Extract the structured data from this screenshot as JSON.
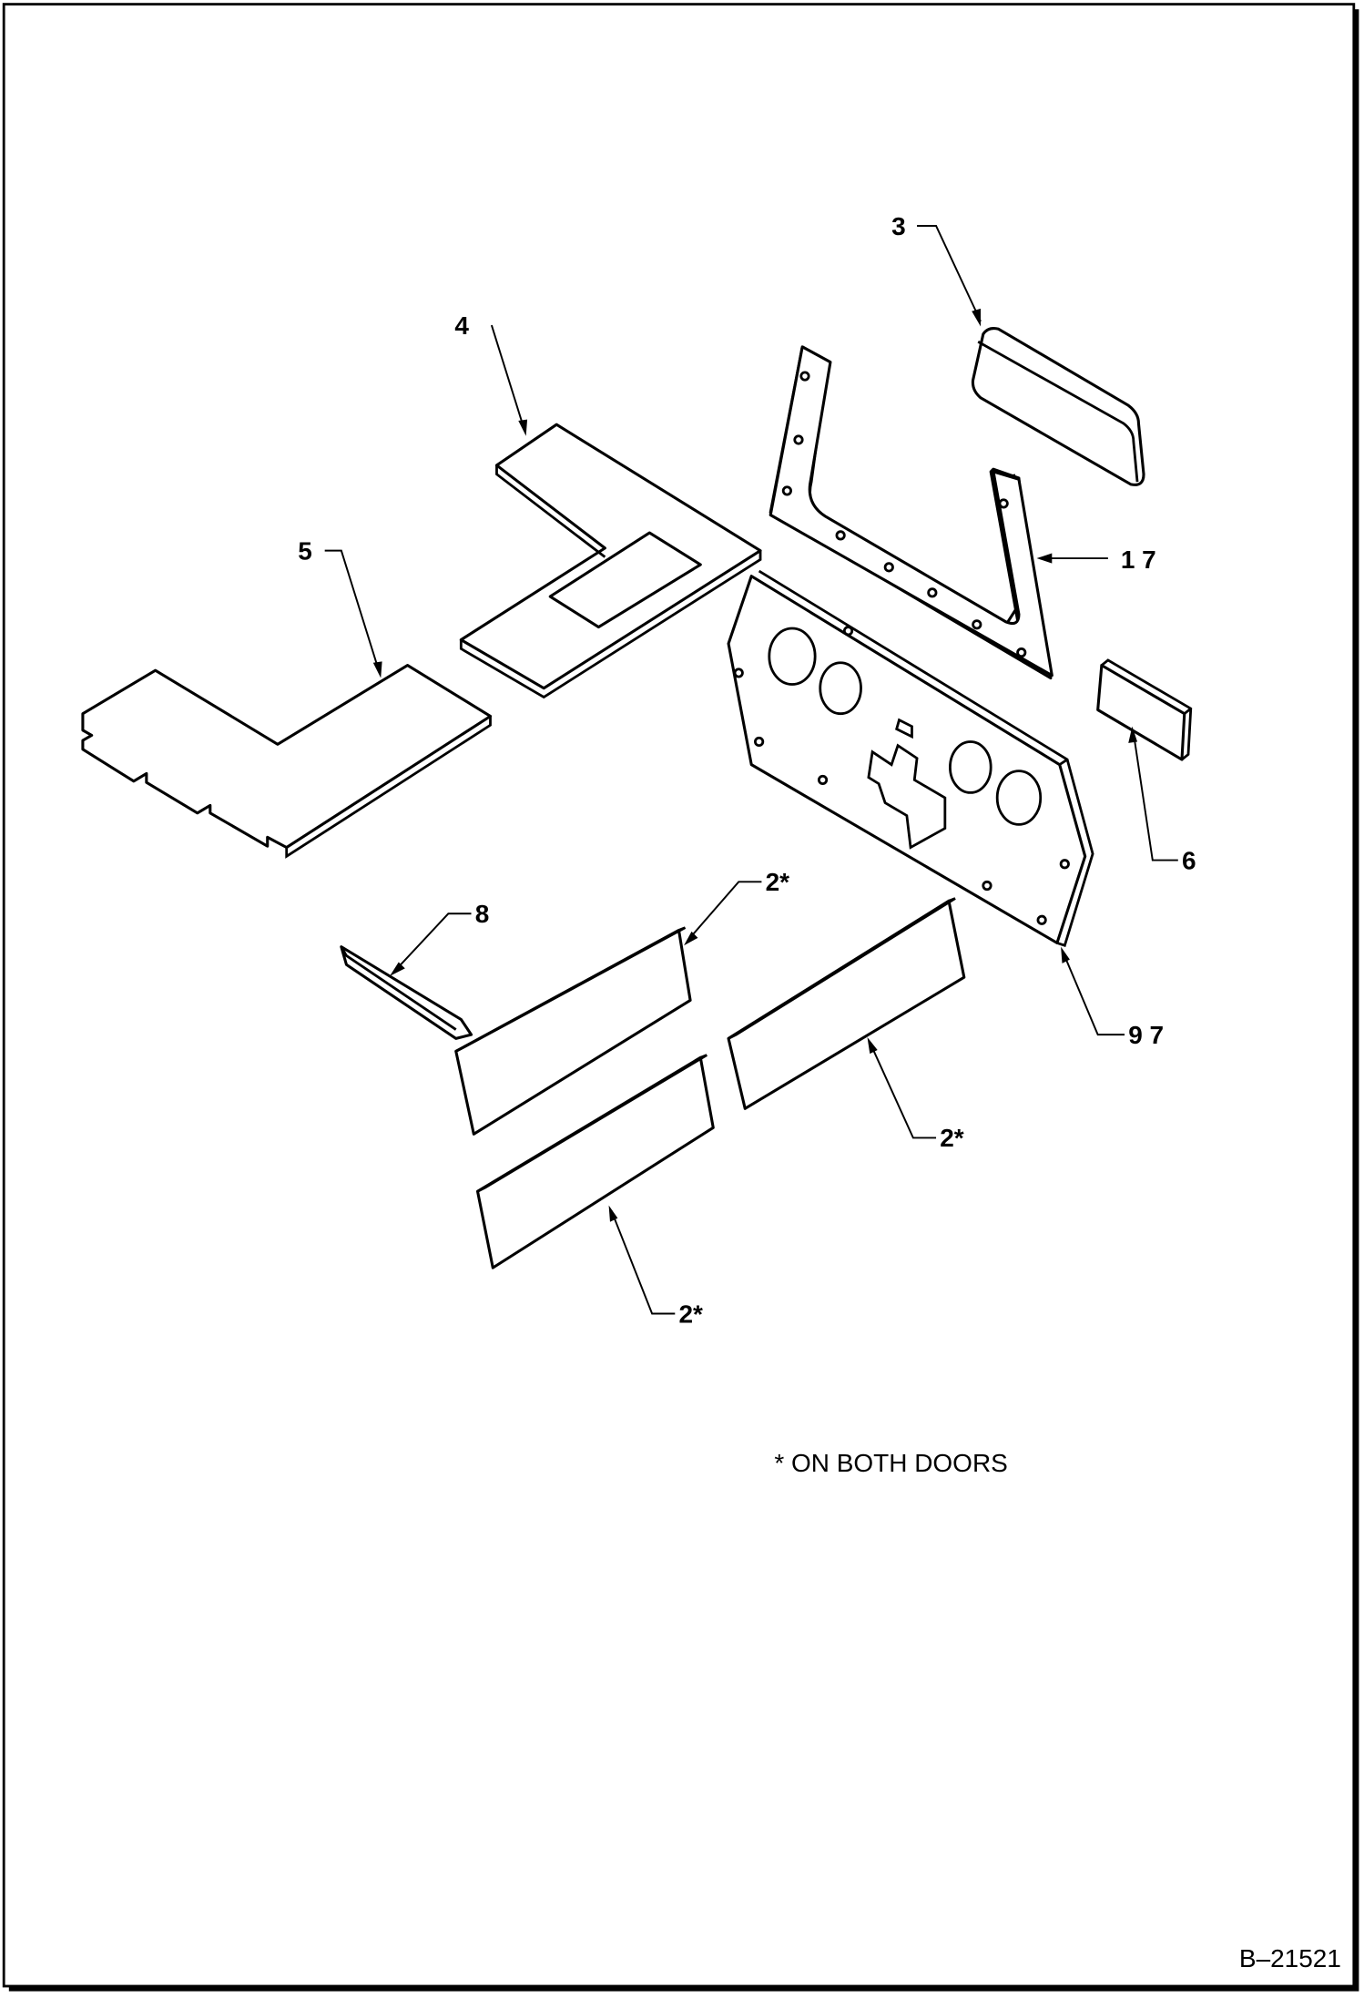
{
  "diagram": {
    "callouts": {
      "part_3": "3",
      "part_4": "4",
      "part_5": "5",
      "part_17": "1 7",
      "part_6": "6",
      "part_8": "8",
      "part_2_top": "2*",
      "part_97": "9 7",
      "part_2_right": "2*",
      "part_2_bottom": "2*"
    },
    "note": "* ON BOTH DOORS",
    "figure_id": "B–21521"
  }
}
